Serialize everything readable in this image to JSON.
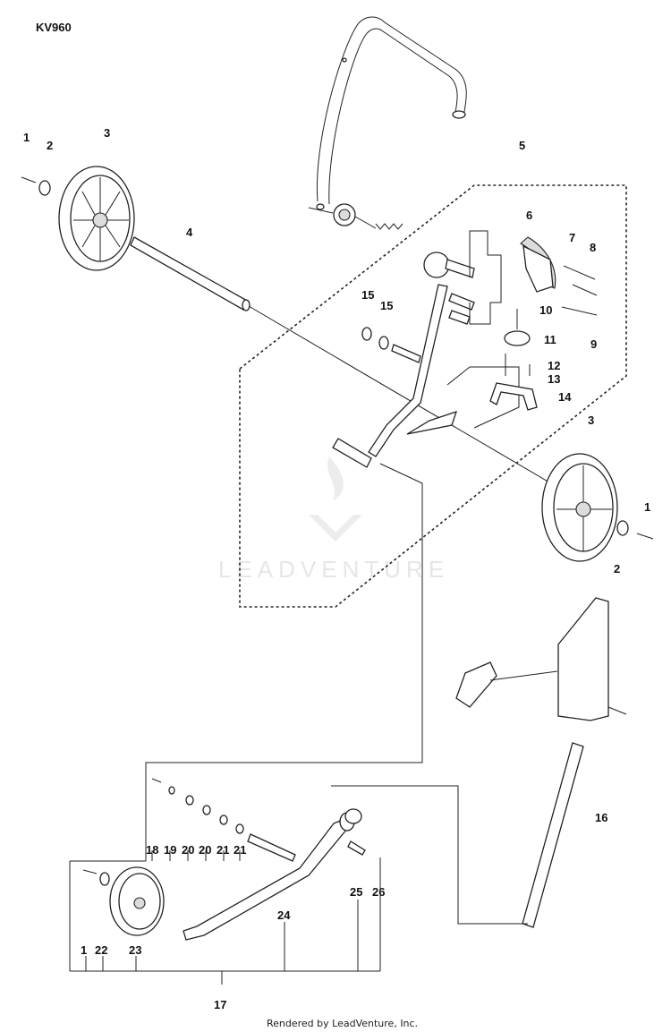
{
  "model": "KV960",
  "footer": "Rendered by LeadVenture, Inc.",
  "watermark": "LEADVENTURE",
  "callouts": {
    "c1a": "1",
    "c2a": "2",
    "c3a": "3",
    "c4": "4",
    "c5": "5",
    "c6": "6",
    "c7": "7",
    "c8": "8",
    "c9": "9",
    "c10": "10",
    "c11": "11",
    "c12": "12",
    "c13": "13",
    "c14": "14",
    "c15a": "15",
    "c15b": "15",
    "c3b": "3",
    "c1b": "1",
    "c2b": "2",
    "c16": "16",
    "c17": "17",
    "c18": "18",
    "c19": "19",
    "c20a": "20",
    "c20b": "20",
    "c21a": "21",
    "c21b": "21",
    "c22": "22",
    "c23": "23",
    "c24": "24",
    "c25": "25",
    "c26": "26",
    "c1c": "1"
  }
}
